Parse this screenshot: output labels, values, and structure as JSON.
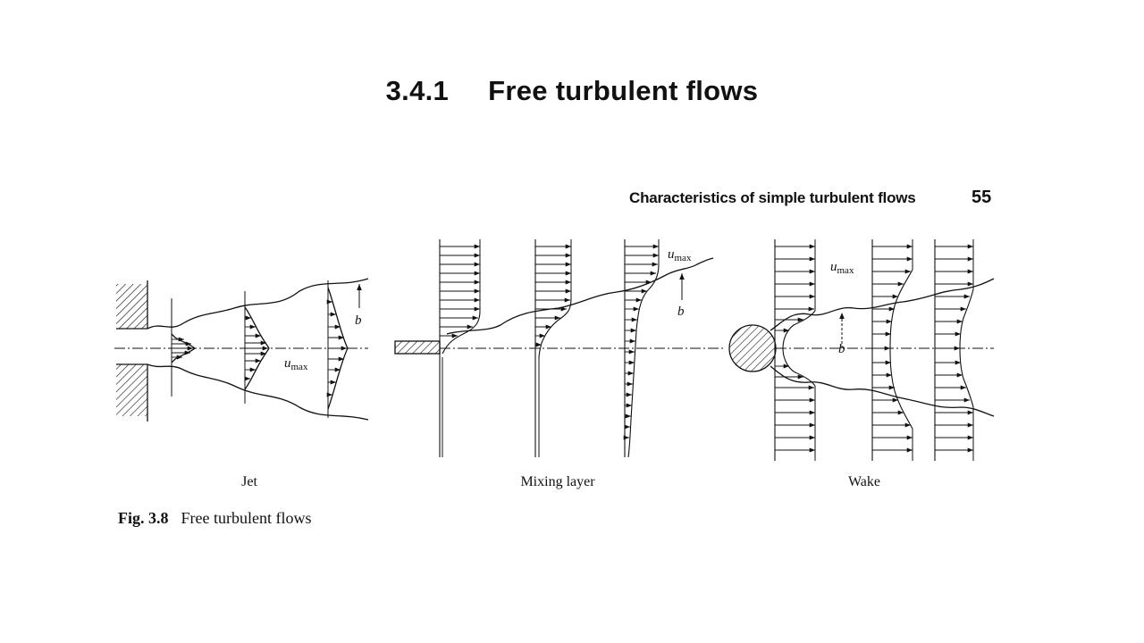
{
  "title": {
    "number": "3.4.1",
    "text": "Free turbulent flows"
  },
  "running_head": {
    "text": "Characteristics of simple turbulent flows",
    "page_number": "55"
  },
  "figure": {
    "panels": [
      {
        "label": "Jet"
      },
      {
        "label": "Mixing layer"
      },
      {
        "label": "Wake"
      }
    ],
    "annotations": {
      "u": "u",
      "max": "max",
      "b": "b"
    }
  },
  "caption": {
    "fig_number": "Fig. 3.8",
    "text": "Free turbulent flows"
  }
}
